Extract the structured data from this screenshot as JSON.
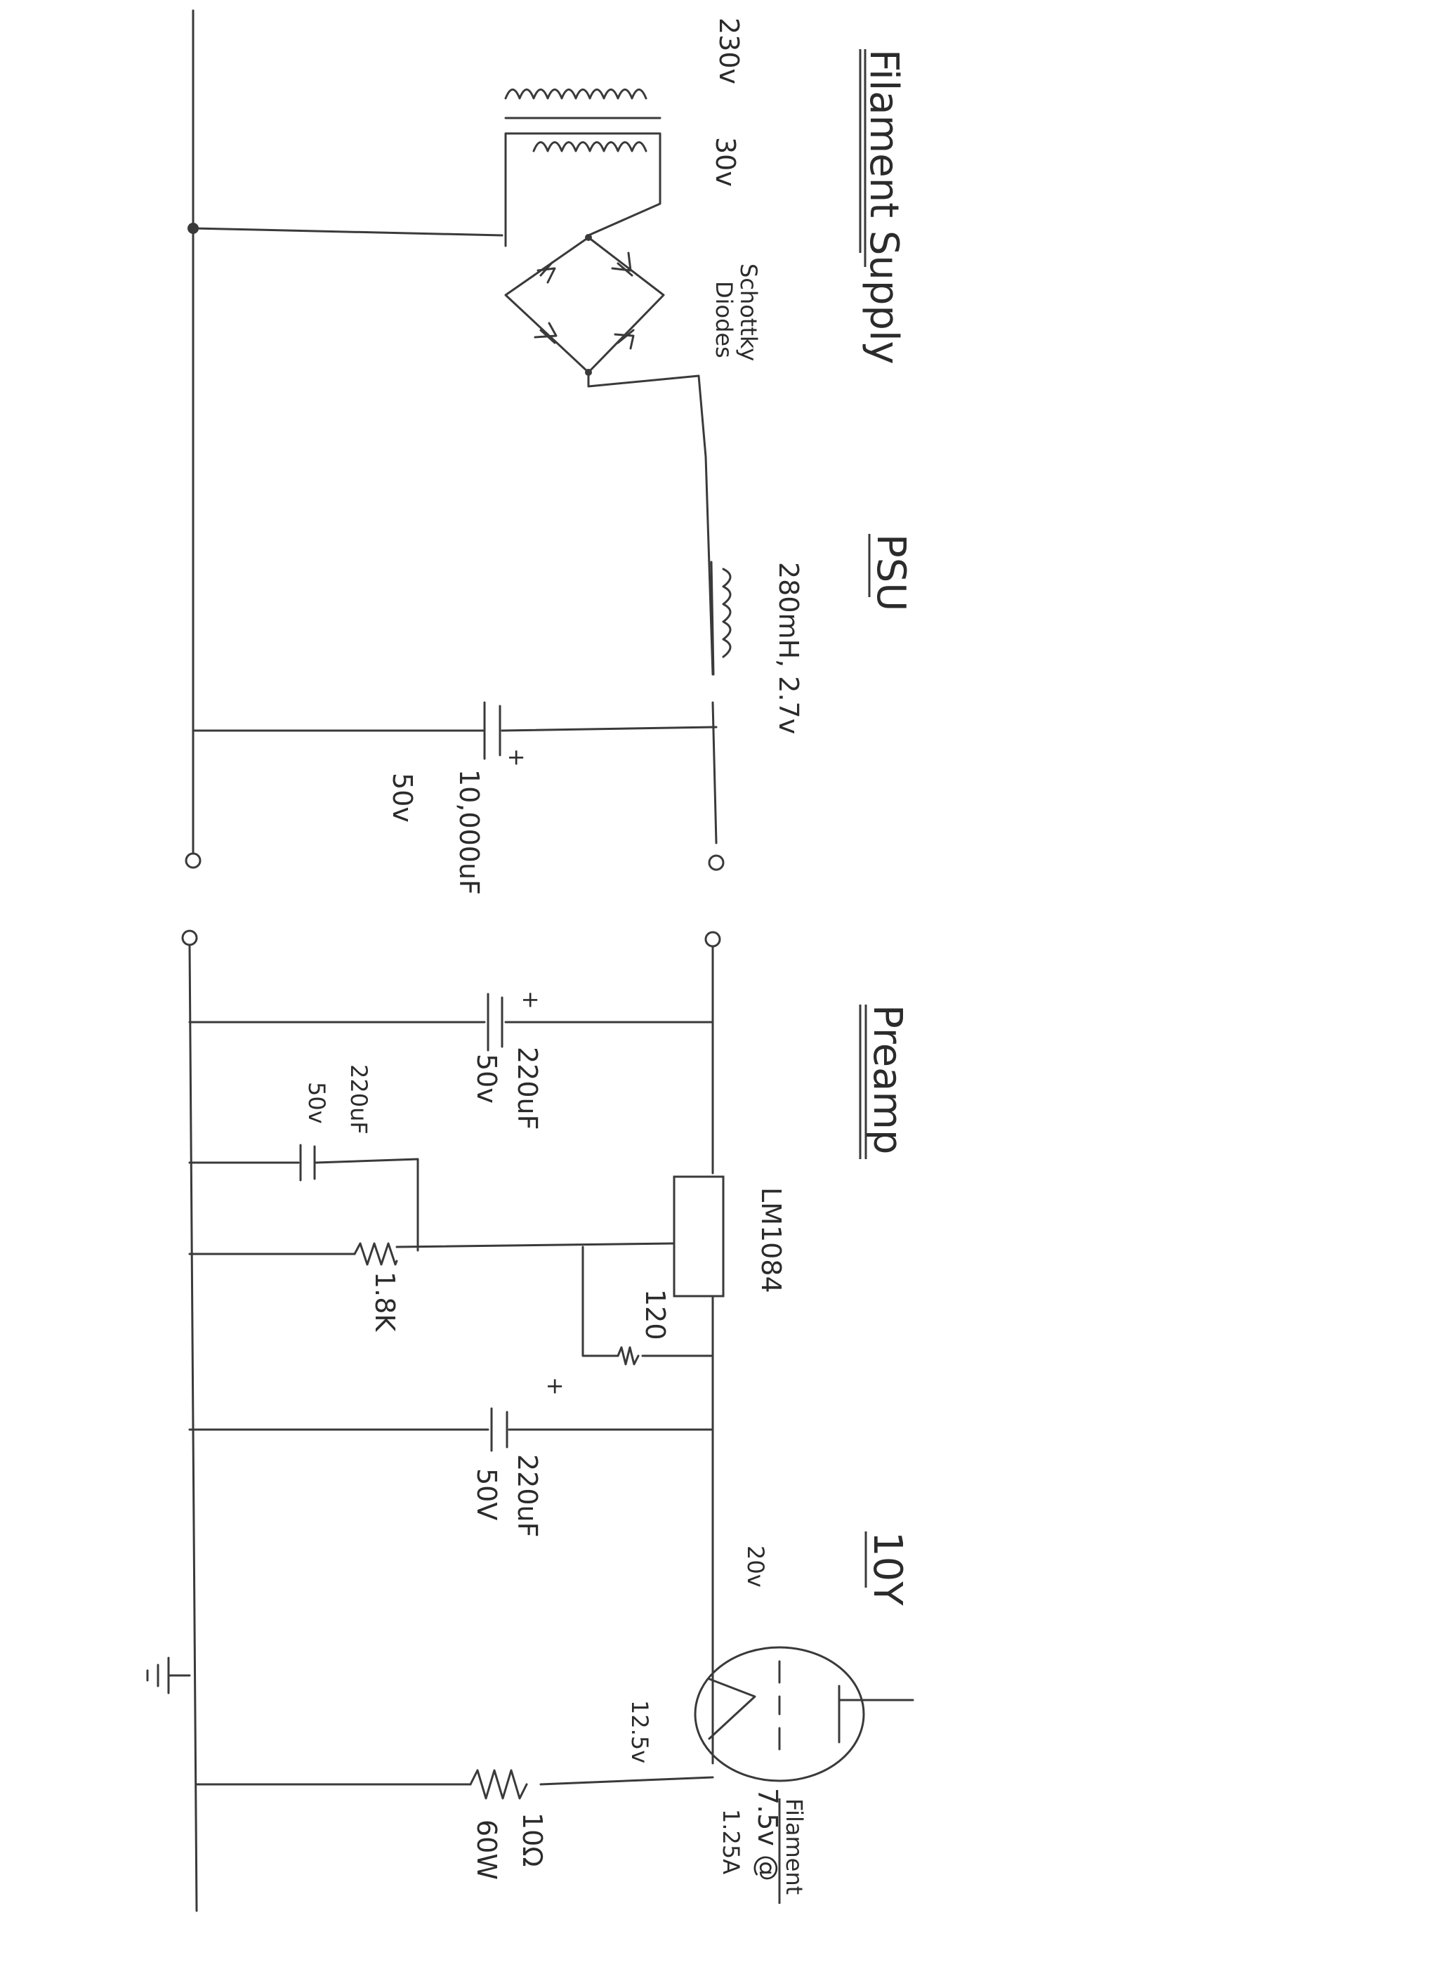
{
  "sections": {
    "filament_supply_title": "Filament Supply",
    "psu_title": "PSU",
    "preamp_title": "Preamp",
    "tube_title": "10Y"
  },
  "transformer": {
    "primary": "230v",
    "secondary": "30v"
  },
  "diodes": {
    "label_line1": "Schottky",
    "label_line2": "Diodes"
  },
  "choke": {
    "value": "280mH, 2.7v"
  },
  "filter_cap": {
    "value": "10,000uF",
    "voltage": "50v",
    "polarity": "+"
  },
  "preamp_cap1": {
    "value": "220uF",
    "voltage": "50v",
    "polarity": "+"
  },
  "adj_cap": {
    "value": "220uF",
    "voltage": "50v"
  },
  "regulator": {
    "part": "LM1084"
  },
  "resistor_adj": {
    "value": "1.8K"
  },
  "resistor_ref": {
    "value": "120"
  },
  "output_cap": {
    "value": "220uF",
    "voltage": "50V",
    "polarity": "+"
  },
  "tube": {
    "supply_voltage": "20v",
    "cathode_voltage": "12.5v"
  },
  "load_resistor": {
    "value": "10Ω",
    "power": "60W"
  },
  "filament_spec": {
    "label": "Filament",
    "voltage": "7.5v @",
    "current": "1.25A"
  }
}
